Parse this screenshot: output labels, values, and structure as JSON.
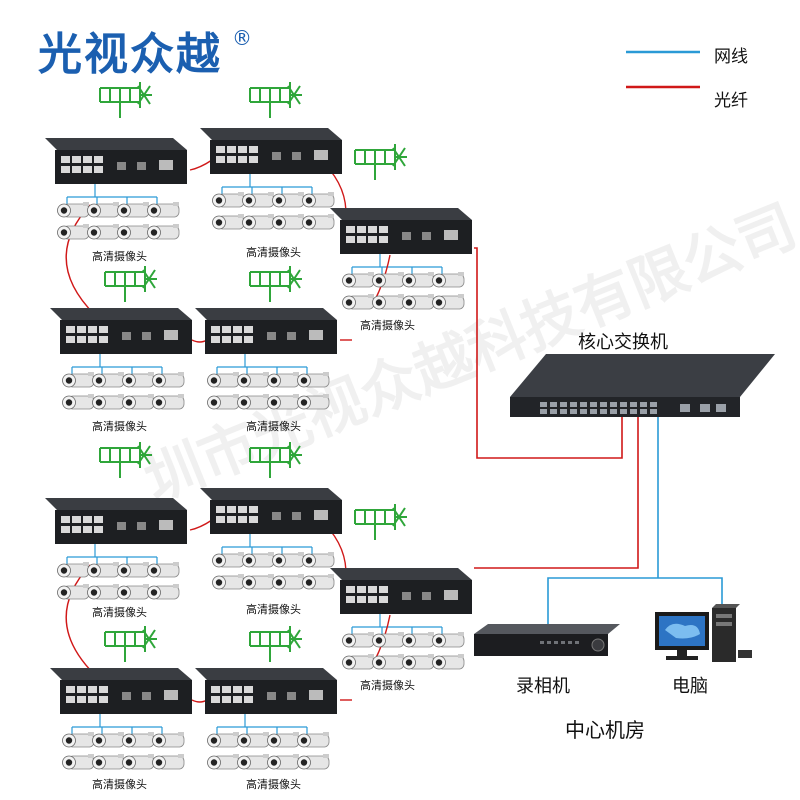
{
  "brand": {
    "name": "光视众越",
    "reg_mark": "®"
  },
  "legend": {
    "network_cable": "网线",
    "fiber": "光纤",
    "colors": {
      "network_cable": "#2a9ad6",
      "fiber": "#d01818"
    }
  },
  "camera_label": "高清摄像头",
  "core_switch_label": "核心交换机",
  "nvr_label": "录相机",
  "pc_label": "电脑",
  "center_room_label": "中心机房",
  "watermark": "圳市光视众越科技有限公司"
}
